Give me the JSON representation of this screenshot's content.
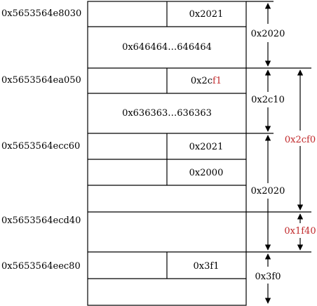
{
  "addresses": {
    "a1": "0x5653564e8030",
    "a2": "0x5653564ea050",
    "a3": "0x5653564ecc60",
    "a4": "0x5653564ecd40",
    "a5": "0x5653564eec80"
  },
  "cells": {
    "size1": "0x2021",
    "fill1": "0x646464…646464",
    "size2_prefix": "0x2c",
    "size2_suffix": "f1",
    "fill2": "0x636363…636363",
    "size3": "0x2021",
    "prev_size3": "0x2000",
    "size5": "0x3f1"
  },
  "spans": {
    "s1": "0x2020",
    "s2": "0x2c10",
    "s3": "0x2020",
    "s5": "0x3f0",
    "big": "0x2cf0",
    "small": "0x1f40"
  },
  "colors": {
    "highlight": "#c0282a"
  }
}
